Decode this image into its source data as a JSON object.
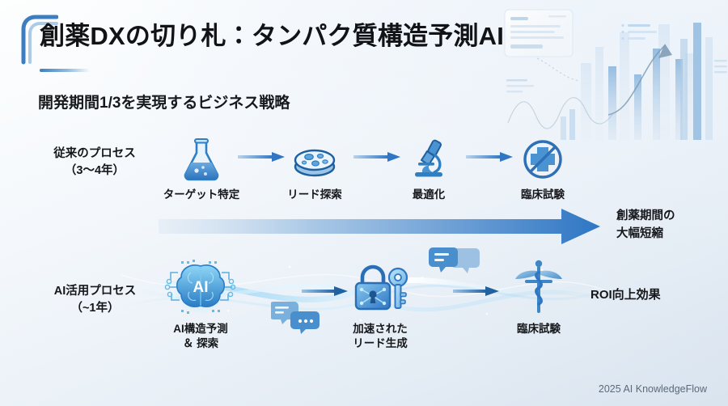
{
  "header": {
    "title": "創薬DXの切り札：タンパク質構造予測AI",
    "subtitle": "開発期間1/3を実現するビジネス戦略"
  },
  "traditional": {
    "label_line1": "従来のプロセス",
    "label_line2": "（3〜4年）",
    "steps": [
      {
        "icon": "flask-icon",
        "caption": "ターゲット特定"
      },
      {
        "icon": "petri-dish-icon",
        "caption": "リード探索"
      },
      {
        "icon": "microscope-icon",
        "caption": "最適化"
      },
      {
        "icon": "no-clinical-trial-icon",
        "caption": "臨床試験"
      }
    ]
  },
  "transition": {
    "caption_line1": "創薬期間の",
    "caption_line2": "大幅短縮"
  },
  "ai": {
    "label_line1": "AI活用プロセス",
    "label_line2": "（~1年）",
    "steps": [
      {
        "icon": "ai-brain-icon",
        "caption_line1": "AI構造予測",
        "caption_line2": "＆ 探索"
      },
      {
        "icon": "lock-key-icon",
        "caption_line1": "加速された",
        "caption_line2": "リード生成"
      },
      {
        "icon": "caduceus-icon",
        "caption_line1": "臨床試験",
        "caption_line2": ""
      }
    ],
    "roi_text": "ROI向上効果"
  },
  "footer": {
    "credit": "2025 AI KnowledgeFlow"
  },
  "colors": {
    "accent": "#3d7ec0",
    "icon_blue": "#2f7fc4",
    "icon_blue_dark": "#1f5f9e",
    "arrow_gradient_start": "#cfe0f0",
    "arrow_gradient_end": "#2f76c4",
    "background": "#eef4fb",
    "text": "#15171a",
    "footer_text": "#5c6a79"
  }
}
